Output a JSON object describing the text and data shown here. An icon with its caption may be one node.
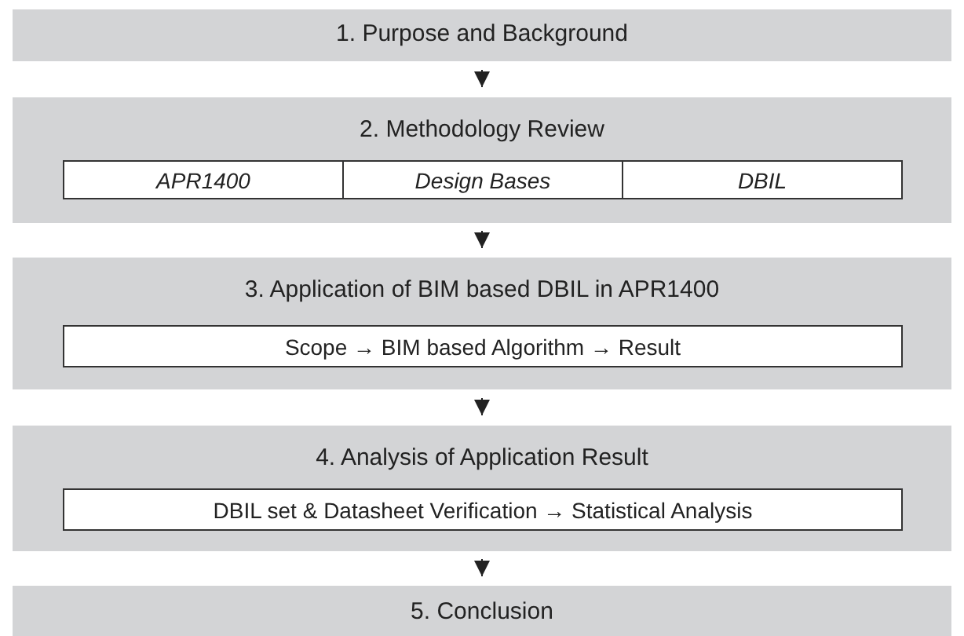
{
  "diagram": {
    "nodes": [
      {
        "text": [
          "1. Purpose and Background"
        ]
      },
      {
        "text": [
          "2. Methodology Review"
        ]
      },
      {
        "text": [
          "APR1400"
        ],
        "in": 1
      },
      {
        "text": [
          "Design Bases"
        ],
        "in": 1
      },
      {
        "text": [
          "DBIL"
        ],
        "in": 1
      },
      {
        "text": [
          "3. Application of BIM based DBIL in APR1400"
        ]
      },
      {
        "text": [
          "Scope → BIM based Algorithm → Result"
        ],
        "in": 5
      },
      {
        "text": [
          "4. Analysis of Application Result"
        ]
      },
      {
        "text": [
          "DBIL set & Datasheet Verification → Statistical Analysis"
        ],
        "in": 7
      },
      {
        "text": [
          "5. Conclusion"
        ]
      }
    ],
    "edges": [
      {
        "from": 0,
        "to": 1,
        "arrow": "to"
      },
      {
        "from": 1,
        "to": 5,
        "arrow": "to"
      },
      {
        "from": 5,
        "to": 7,
        "arrow": "to"
      },
      {
        "from": 7,
        "to": 9,
        "arrow": "to"
      }
    ]
  }
}
